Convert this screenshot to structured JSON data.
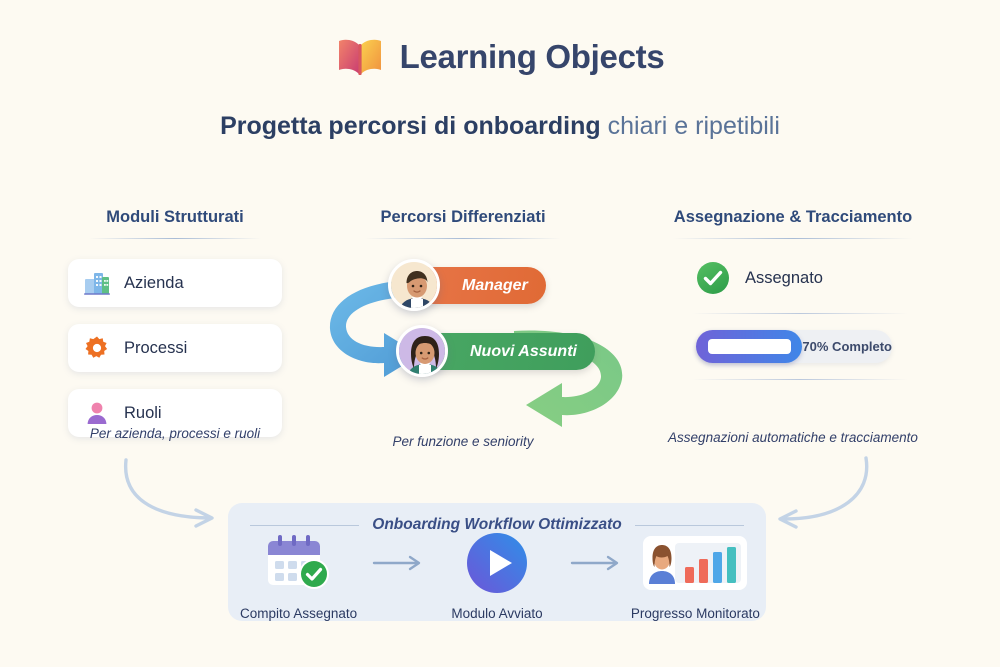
{
  "header": {
    "logo_icon": "open-book-icon",
    "brand": "Learning Objects",
    "subtitle_bold": "Progetta percorsi di onboarding",
    "subtitle_rest": " chiari e ripetibili"
  },
  "columns": [
    {
      "title": "Moduli Strutturati",
      "caption": "Per azienda, processi e ruoli",
      "cards": [
        {
          "label": "Azienda",
          "icon": "office-building-icon"
        },
        {
          "label": "Processi",
          "icon": "gear-icon"
        },
        {
          "label": "Ruoli",
          "icon": "person-icon"
        }
      ]
    },
    {
      "title": "Percorsi Differenziati",
      "caption": "Per funzione e seniority",
      "personas": [
        {
          "label": "Manager",
          "avatar": "male-avatar",
          "color": "#e06a35"
        },
        {
          "label": "Nuovi Assunti",
          "avatar": "female-avatar",
          "color": "#3f9e5c"
        }
      ],
      "loop_arrows": [
        {
          "name": "blue-loop-arrow",
          "color": "#4a9fdc"
        },
        {
          "name": "green-loop-arrow",
          "color": "#6cbf6a"
        }
      ]
    },
    {
      "title": "Assegnazione & Tracciamento",
      "caption": "Assegnazioni automatiche e tracciamento",
      "status": {
        "label": "Assegnato",
        "icon": "check-circle-icon",
        "color": "#41ab52"
      },
      "progress": {
        "label": "70% Completo",
        "percent": 70,
        "fill_color": "#5a77e0"
      }
    }
  ],
  "workflow": {
    "title": "Onboarding Workflow Ottimizzato",
    "steps": [
      {
        "label": "Compito Assegnato",
        "icon": "calendar-check-icon"
      },
      {
        "label": "Modulo Avviato",
        "icon": "play-button-icon"
      },
      {
        "label": "Progresso Monitorato",
        "icon": "dashboard-chart-icon"
      }
    ],
    "step_connector_icon": "arrow-right-icon"
  },
  "connectors": [
    {
      "name": "left-curved-arrow-to-workflow"
    },
    {
      "name": "right-curved-arrow-to-workflow"
    }
  ],
  "theme": {
    "background": "#fdfaf2",
    "title_color": "#36456b",
    "accent_blue": "#3f86e8",
    "accent_orange": "#e06a35",
    "accent_green": "#41ab52",
    "panel_background": "#e8eef6"
  }
}
